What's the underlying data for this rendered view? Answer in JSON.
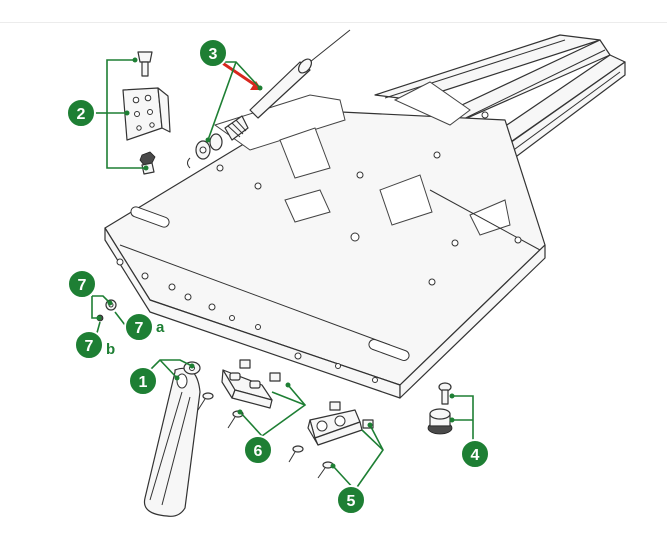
{
  "diagram": {
    "accent_color": "#1e7f34",
    "arrow_color": "#d9271e",
    "callouts": [
      {
        "id": "c1",
        "label": "1"
      },
      {
        "id": "c2",
        "label": "2"
      },
      {
        "id": "c3",
        "label": "3"
      },
      {
        "id": "c4",
        "label": "4"
      },
      {
        "id": "c5",
        "label": "5"
      },
      {
        "id": "c6",
        "label": "6"
      },
      {
        "id": "c7",
        "label": "7"
      },
      {
        "id": "c7a",
        "label": "7",
        "suffix": "a"
      },
      {
        "id": "c7b",
        "label": "7",
        "suffix": "b"
      }
    ]
  }
}
